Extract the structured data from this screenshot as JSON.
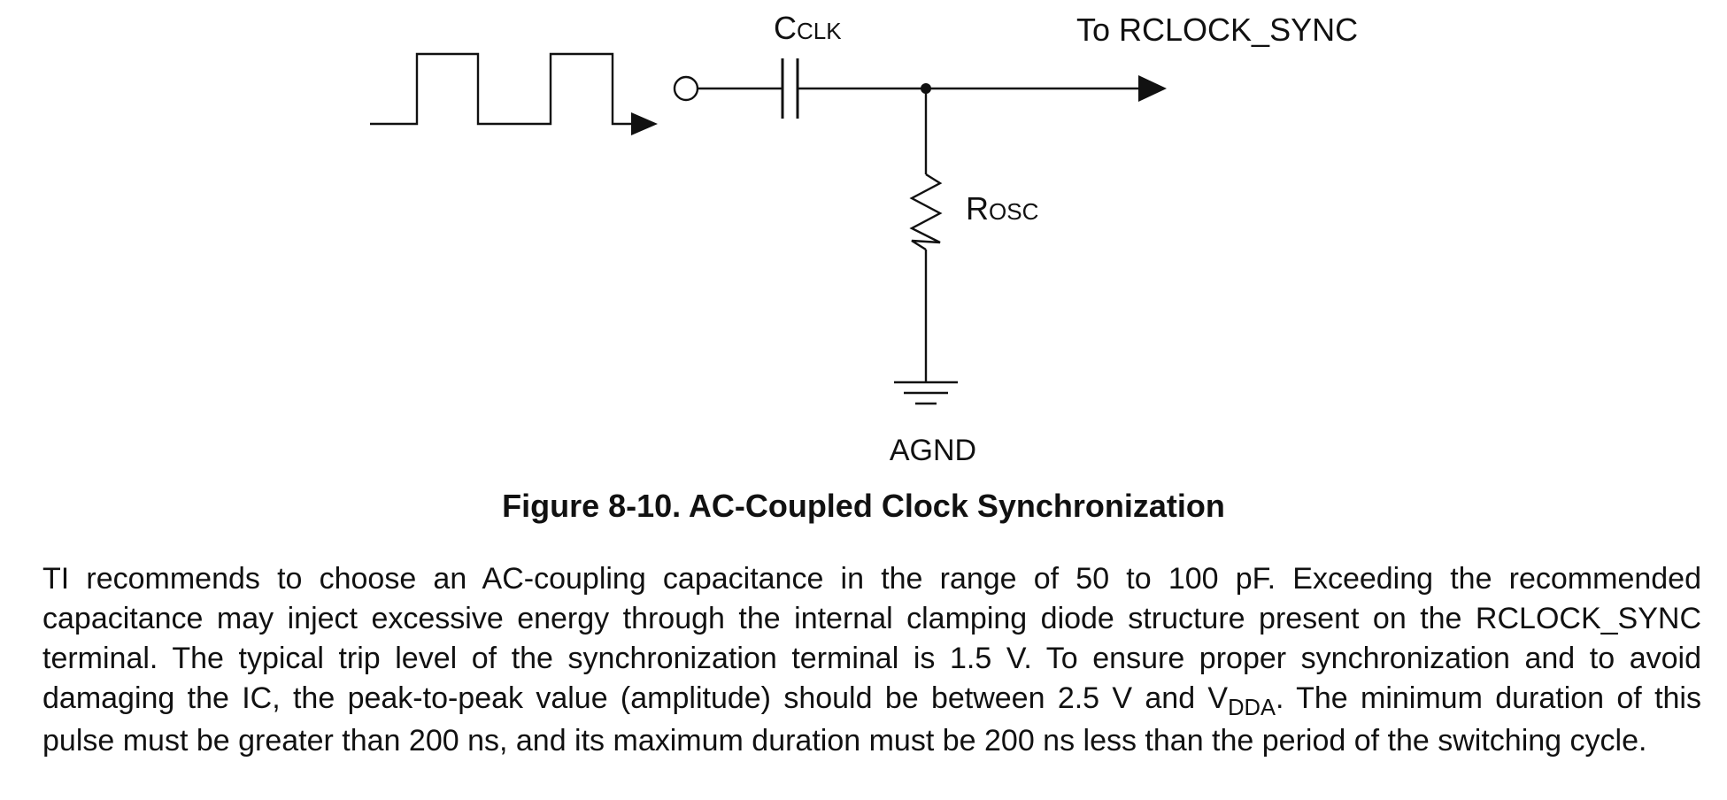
{
  "figure": {
    "labels": {
      "capacitor": {
        "main": "C",
        "sub": "CLK"
      },
      "resistor": {
        "main": "R",
        "sub": "OSC"
      },
      "output": "To RCLOCK_SYNC",
      "ground": "AGND"
    },
    "caption": "Figure 8-10. AC-Coupled Clock Synchronization"
  },
  "paragraph": {
    "text_before": "TI recommends to choose an AC-coupling capacitance in the range of 50 to 100 pF. Exceeding the recommended capacitance may inject excessive energy through the internal clamping diode structure present on the RCLOCK_SYNC terminal. The typical trip level of the synchronization terminal is 1.5 V. To ensure proper synchronization and to avoid damaging the IC, the peak-to-peak value (amplitude) should be between 2.5 V and V",
    "vdda_sub": "DDA",
    "text_after": ". The minimum duration of this pulse must be greater than 200 ns, and its maximum duration must be 200 ns less than the period of the switching cycle."
  }
}
